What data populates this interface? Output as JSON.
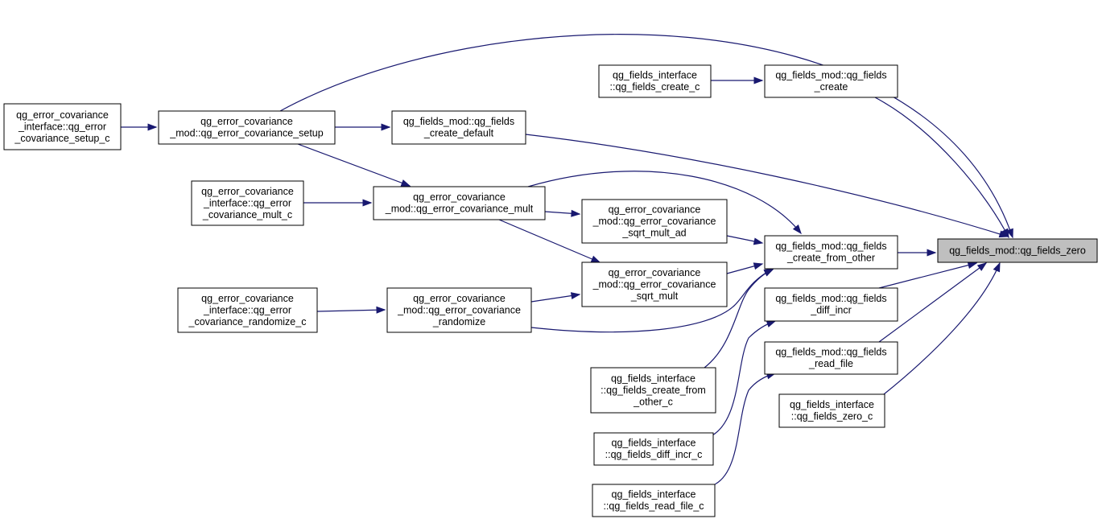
{
  "graph": {
    "edge_color": "#191970",
    "target_fill": "#bfbfbf",
    "nodes": [
      {
        "id": "n_zero",
        "lines": [
          "qg_fields_mod::qg_fields_zero"
        ],
        "target": true
      },
      {
        "id": "n_create",
        "lines": [
          "qg_fields_mod::qg_fields",
          "_create"
        ]
      },
      {
        "id": "n_create_c",
        "lines": [
          "qg_fields_interface",
          "::qg_fields_create_c"
        ]
      },
      {
        "id": "n_create_default",
        "lines": [
          "qg_fields_mod::qg_fields",
          "_create_default"
        ]
      },
      {
        "id": "n_cov_setup",
        "lines": [
          "qg_error_covariance",
          "_mod::qg_error_covariance_setup"
        ]
      },
      {
        "id": "n_cov_setup_c",
        "lines": [
          "qg_error_covariance",
          "_interface::qg_error",
          "_covariance_setup_c"
        ]
      },
      {
        "id": "n_create_from_other",
        "lines": [
          "qg_fields_mod::qg_fields",
          "_create_from_other"
        ]
      },
      {
        "id": "n_cov_mult",
        "lines": [
          "qg_error_covariance",
          "_mod::qg_error_covariance_mult"
        ]
      },
      {
        "id": "n_cov_mult_c",
        "lines": [
          "qg_error_covariance",
          "_interface::qg_error",
          "_covariance_mult_c"
        ]
      },
      {
        "id": "n_sqrt_mult_ad",
        "lines": [
          "qg_error_covariance",
          "_mod::qg_error_covariance",
          "_sqrt_mult_ad"
        ]
      },
      {
        "id": "n_sqrt_mult",
        "lines": [
          "qg_error_covariance",
          "_mod::qg_error_covariance",
          "_sqrt_mult"
        ]
      },
      {
        "id": "n_randomize",
        "lines": [
          "qg_error_covariance",
          "_mod::qg_error_covariance",
          "_randomize"
        ]
      },
      {
        "id": "n_randomize_c",
        "lines": [
          "qg_error_covariance",
          "_interface::qg_error",
          "_covariance_randomize_c"
        ]
      },
      {
        "id": "n_create_from_other_c",
        "lines": [
          "qg_fields_interface",
          "::qg_fields_create_from",
          "_other_c"
        ]
      },
      {
        "id": "n_diff_incr",
        "lines": [
          "qg_fields_mod::qg_fields",
          "_diff_incr"
        ]
      },
      {
        "id": "n_diff_incr_c",
        "lines": [
          "qg_fields_interface",
          "::qg_fields_diff_incr_c"
        ]
      },
      {
        "id": "n_read_file",
        "lines": [
          "qg_fields_mod::qg_fields",
          "_read_file"
        ]
      },
      {
        "id": "n_read_file_c",
        "lines": [
          "qg_fields_interface",
          "::qg_fields_read_file_c"
        ]
      },
      {
        "id": "n_zero_c",
        "lines": [
          "qg_fields_interface",
          "::qg_fields_zero_c"
        ]
      }
    ],
    "edges": [
      {
        "from": "n_create",
        "to": "n_zero"
      },
      {
        "from": "n_create_c",
        "to": "n_create"
      },
      {
        "from": "n_create_default",
        "to": "n_zero"
      },
      {
        "from": "n_cov_setup",
        "to": "n_zero"
      },
      {
        "from": "n_cov_setup",
        "to": "n_create_default"
      },
      {
        "from": "n_cov_setup",
        "to": "n_cov_mult"
      },
      {
        "from": "n_cov_setup_c",
        "to": "n_cov_setup"
      },
      {
        "from": "n_create_from_other",
        "to": "n_zero"
      },
      {
        "from": "n_cov_mult",
        "to": "n_create_from_other"
      },
      {
        "from": "n_cov_mult",
        "to": "n_sqrt_mult_ad"
      },
      {
        "from": "n_cov_mult",
        "to": "n_sqrt_mult"
      },
      {
        "from": "n_cov_mult_c",
        "to": "n_cov_mult"
      },
      {
        "from": "n_sqrt_mult_ad",
        "to": "n_create_from_other"
      },
      {
        "from": "n_sqrt_mult",
        "to": "n_create_from_other"
      },
      {
        "from": "n_randomize",
        "to": "n_create_from_other"
      },
      {
        "from": "n_randomize",
        "to": "n_sqrt_mult"
      },
      {
        "from": "n_randomize_c",
        "to": "n_randomize"
      },
      {
        "from": "n_create_from_other_c",
        "to": "n_create_from_other"
      },
      {
        "from": "n_diff_incr",
        "to": "n_zero"
      },
      {
        "from": "n_diff_incr_c",
        "to": "n_diff_incr"
      },
      {
        "from": "n_read_file",
        "to": "n_zero"
      },
      {
        "from": "n_read_file_c",
        "to": "n_read_file"
      },
      {
        "from": "n_zero_c",
        "to": "n_zero"
      }
    ]
  }
}
